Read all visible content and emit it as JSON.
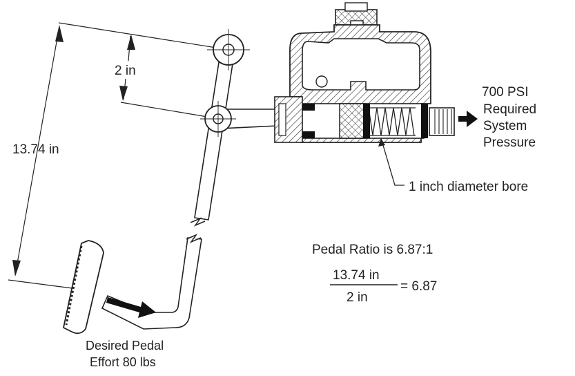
{
  "labels": {
    "dim_2in": "2 in",
    "dim_total": "13.74 in",
    "pressure_line1": "700 PSI",
    "pressure_line2": "Required",
    "pressure_line3": "System",
    "pressure_line4": "Pressure",
    "bore": "1 inch diameter bore",
    "ratio_title": "Pedal Ratio is 6.87:1",
    "frac_num": "13.74 in",
    "frac_den": "2 in",
    "frac_result": "= 6.87",
    "effort_line1": "Desired Pedal",
    "effort_line2": "Effort 80 lbs"
  }
}
